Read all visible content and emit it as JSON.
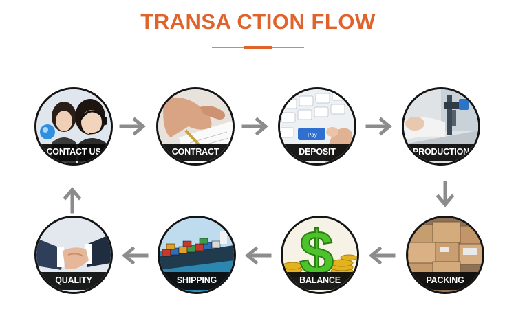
{
  "title": "TRANSA CTION FLOW",
  "steps": [
    {
      "label": "CONTACT US",
      "icon": "call-center-icon"
    },
    {
      "label": "CONTRACT",
      "icon": "signing-pen-icon"
    },
    {
      "label": "DEPOSIT",
      "icon": "keyboard-pay-icon"
    },
    {
      "label": "PRODUCTION",
      "icon": "production-machine-icon"
    },
    {
      "label": "PACKING",
      "icon": "cardboard-boxes-icon"
    },
    {
      "label": "BALANCE",
      "icon": "dollar-coins-icon"
    },
    {
      "label": "SHIPPING",
      "icon": "cargo-ship-icon"
    },
    {
      "label": "QUALITY",
      "icon": "handshake-icon"
    }
  ],
  "colors": {
    "accent": "#e0632b",
    "arrow": "#8c8c8c",
    "label_band": "#0a0a0a"
  }
}
